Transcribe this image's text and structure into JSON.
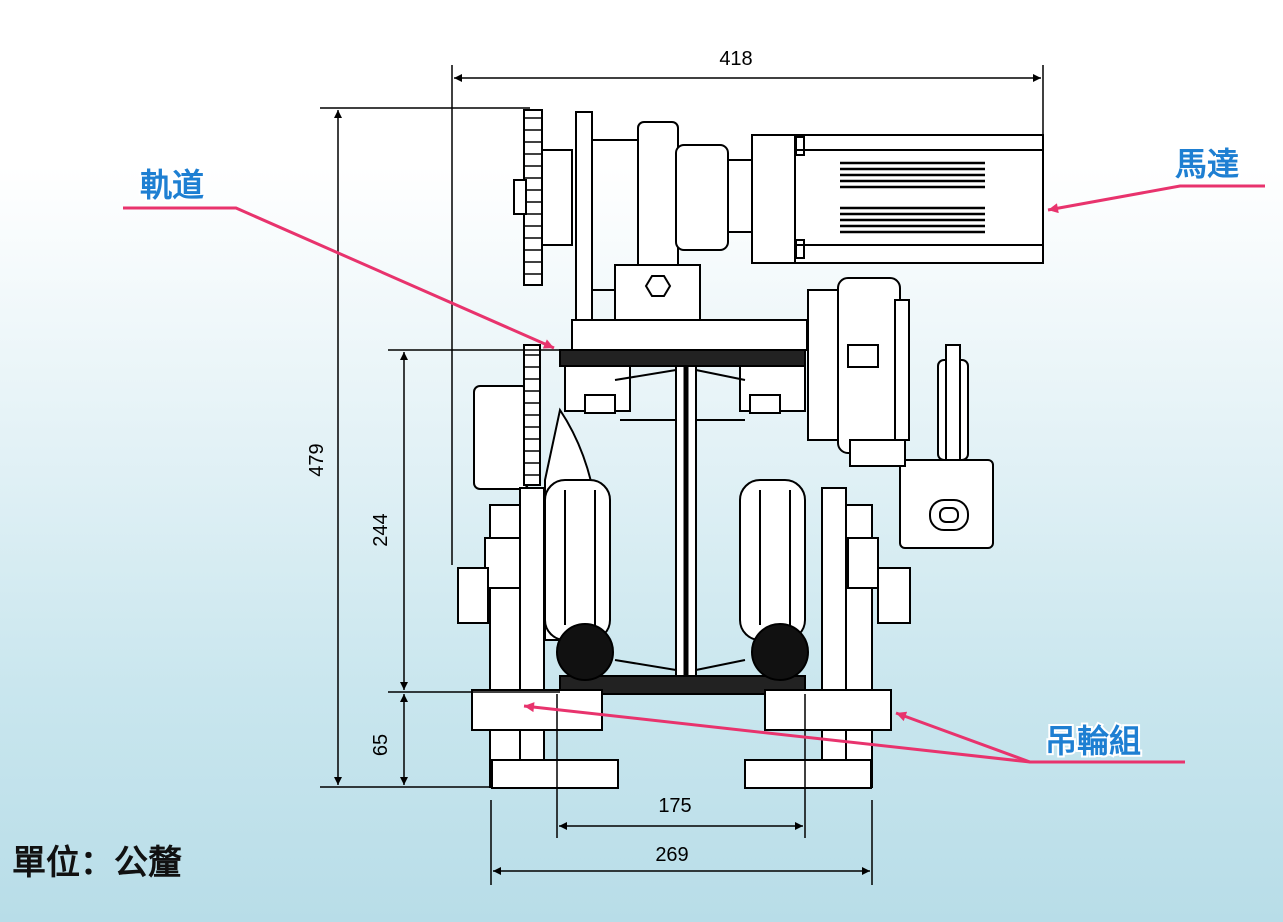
{
  "dimensions": {
    "overall_width": "418",
    "overall_height": "479",
    "rail_height": "244",
    "base_height": "65",
    "wheel_gauge": "175",
    "base_width": "269"
  },
  "labels": {
    "rail": "軌道",
    "motor": "馬達",
    "trolley_wheel_set": "吊輪組",
    "unit": "單位：公釐"
  },
  "colors": {
    "callout_text": "#1e7fd2",
    "leader_line": "#e8336d",
    "linework": "#000000"
  }
}
